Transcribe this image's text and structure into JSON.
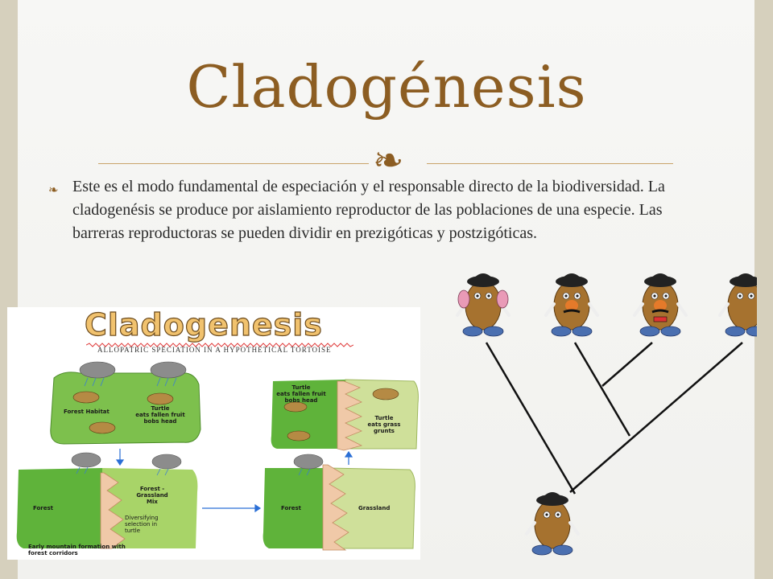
{
  "slide": {
    "title": "Cladogénesis",
    "bullet_icon": "fleuron-bullet",
    "paragraph": "Este es el modo fundamental de especiación y el responsable directo de la biodiversidad. La cladogenésis se produce por aislamiento reproductor de las poblaciones de una especie. Las barreras reproductoras se pueden dividir en prezigóticas y postzigóticas."
  },
  "figure": {
    "title": "Cladogenesis",
    "subtitle": "ALLOPATRIC SPECIATION IN A HYPOTHETICAL TORTOISE",
    "labels": {
      "forest_habitat": "Forest Habitat",
      "turtle_fruit_1": "Turtle",
      "turtle_fruit_2": "eats fallen fruit",
      "turtle_fruit_3": "bobs head",
      "forest": "Forest",
      "mix_1": "Forest -",
      "mix_2": "Grassland",
      "mix_3": "Mix",
      "diversify_1": "Diversifying",
      "diversify_2": "selection in",
      "diversify_3": "turtle",
      "mountain_1": "Early mountain formation with",
      "mountain_2": "forest corridors",
      "tr_turtle_1": "Turtle",
      "tr_turtle_2": "eats fallen fruit",
      "tr_turtle_3": "bobs head",
      "tr_grass_1": "Turtle",
      "tr_grass_2": "eats grass",
      "tr_grass_3": "grunts",
      "br_forest": "Forest",
      "br_grassland": "Grassland"
    }
  },
  "colors": {
    "title": "#8c5d22",
    "forest": "#5fb33a",
    "grass": "#cfe09a",
    "potato": "#a6722f"
  }
}
